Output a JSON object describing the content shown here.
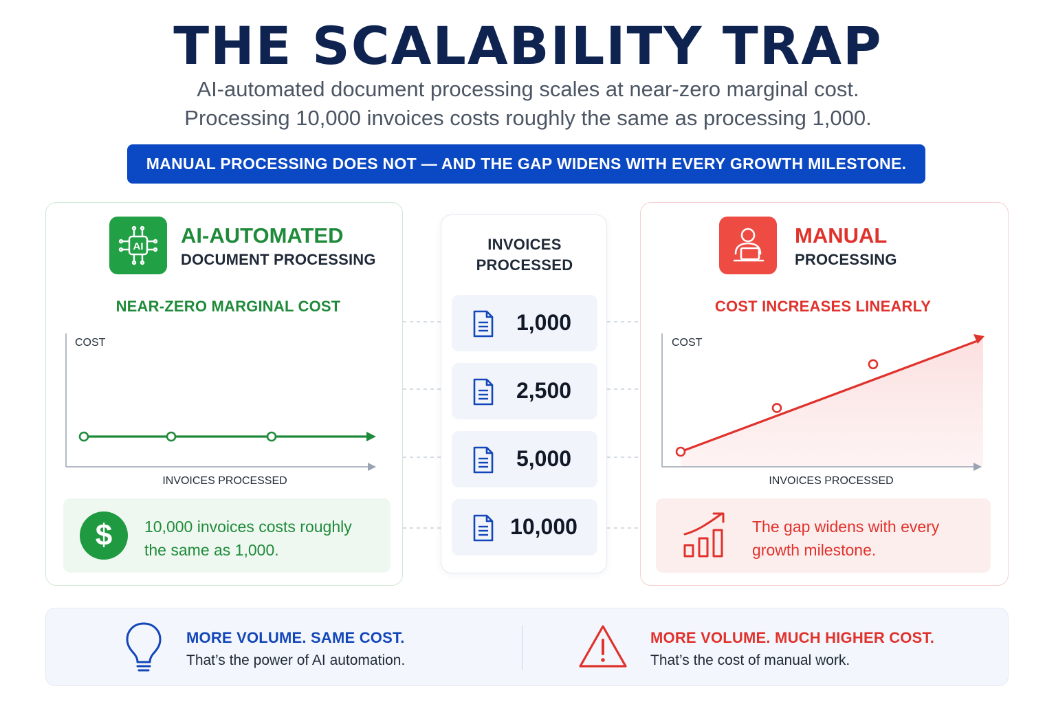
{
  "header": {
    "title": "THE SCALABILITY TRAP",
    "subtitle_line1": "AI-automated document processing scales at near-zero marginal cost.",
    "subtitle_line2": "Processing 10,000 invoices costs roughly the same as processing 1,000.",
    "banner": "MANUAL PROCESSING DOES NOT — AND THE GAP WIDENS WITH EVERY GROWTH MILESTONE."
  },
  "ai_card": {
    "title": "AI-AUTOMATED",
    "subtitle": "DOCUMENT PROCESSING",
    "icon": "ai-chip-icon",
    "icon_label": "AI",
    "chart_heading": "NEAR-ZERO MARGINAL COST",
    "y_axis_label": "COST",
    "x_axis_label": "INVOICES PROCESSED",
    "note_icon": "dollar-icon",
    "note_symbol": "$",
    "note": "10,000 invoices costs roughly the same as 1,000.",
    "color": "#1f8a3a"
  },
  "manual_card": {
    "title": "MANUAL",
    "subtitle": "PROCESSING",
    "icon": "person-laptop-icon",
    "chart_heading": "COST INCREASES LINEARLY",
    "y_axis_label": "COST",
    "x_axis_label": "INVOICES PROCESSED",
    "note_icon": "growth-chart-icon",
    "note": "The gap widens with every growth milestone.",
    "color": "#e0322c"
  },
  "middle": {
    "heading_line1": "INVOICES",
    "heading_line2": "PROCESSED",
    "counts": [
      "1,000",
      "2,500",
      "5,000",
      "10,000"
    ],
    "icon": "document-icon"
  },
  "chart_data": [
    {
      "type": "line",
      "title": "NEAR-ZERO MARGINAL COST",
      "xlabel": "INVOICES PROCESSED",
      "ylabel": "COST",
      "series": [
        {
          "values": [
            1,
            1,
            1
          ]
        }
      ],
      "trend": "flat",
      "color": "#1f8a3a"
    },
    {
      "type": "area",
      "title": "COST INCREASES LINEARLY",
      "xlabel": "INVOICES PROCESSED",
      "ylabel": "COST",
      "series": [
        {
          "values": [
            1,
            2.2,
            3.4
          ]
        }
      ],
      "trend": "linear increase",
      "color": "#e0322c"
    }
  ],
  "footer": {
    "left_heading": "MORE VOLUME. SAME COST.",
    "left_text": "That’s the power of AI automation.",
    "left_icon": "lightbulb-icon",
    "right_heading": "MORE VOLUME. MUCH HIGHER COST.",
    "right_text": "That’s the cost of manual work.",
    "right_icon": "warning-icon"
  }
}
